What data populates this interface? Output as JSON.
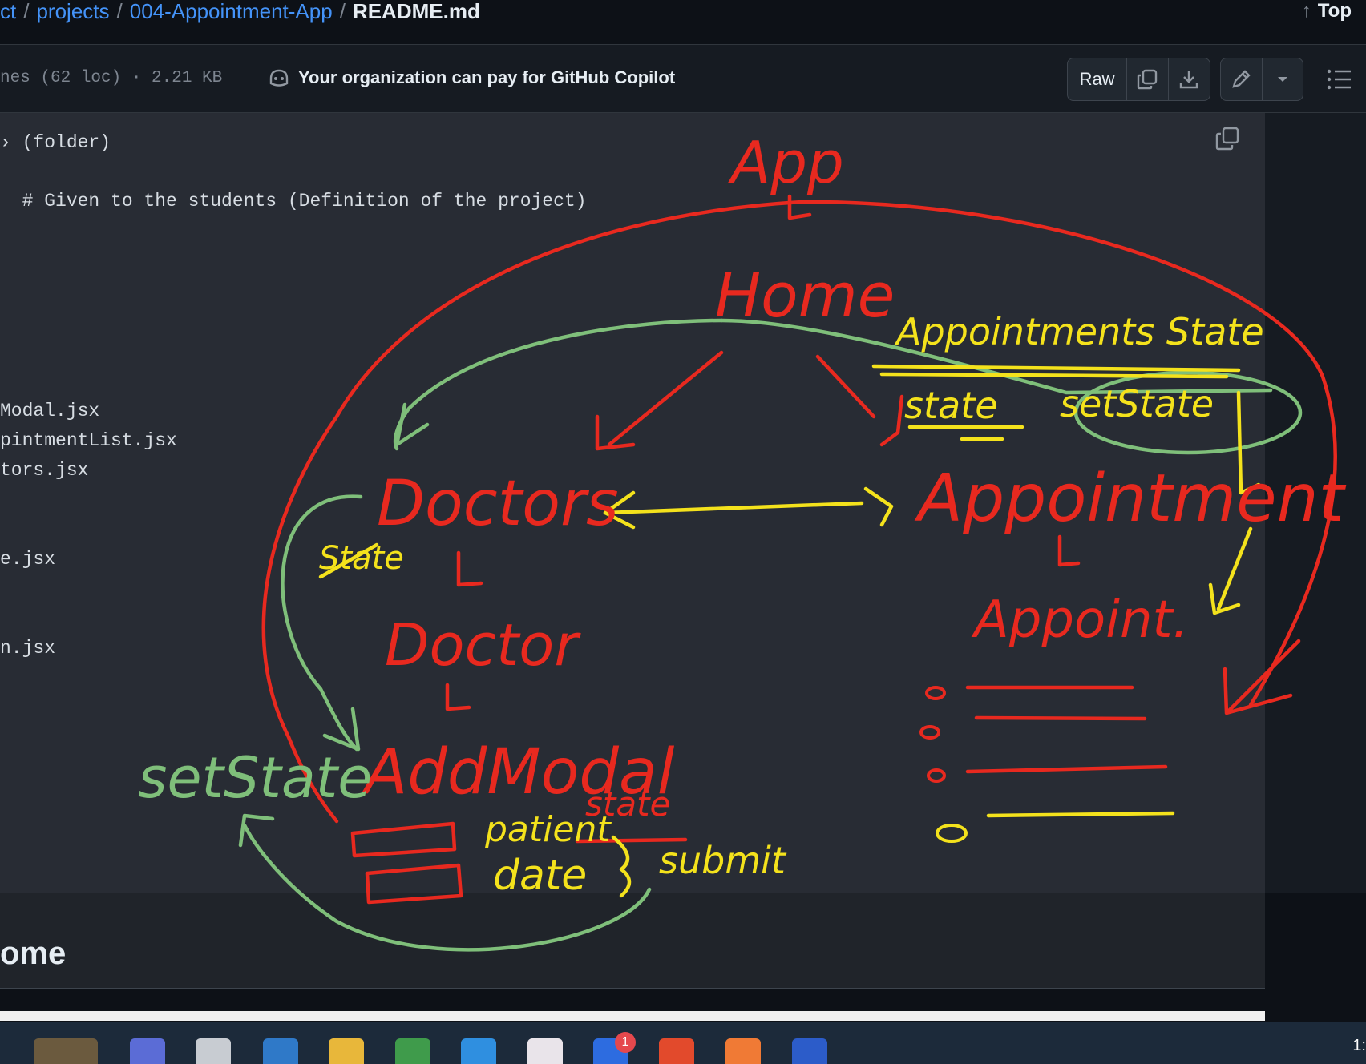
{
  "breadcrumb": {
    "items": [
      "ct",
      "projects",
      "004-Appointment-App"
    ],
    "current": "README.md",
    "top_label": "Top"
  },
  "file_header": {
    "meta": "nes (62 loc) · 2.21 KB",
    "copilot_text": "Your organization can pay for GitHub Copilot",
    "raw_label": "Raw"
  },
  "code_lines": [
    "› (folder)",
    "  # Given to the students (Definition of the project)",
    "Modal.jsx",
    "pintmentList.jsx",
    "tors.jsx",
    "e.jsx",
    "n.jsx"
  ],
  "section_heading": "ome",
  "annotations": {
    "app": "App",
    "home": "Home",
    "appointments_state": "Appointments State",
    "state": "state",
    "set_state": "setState",
    "doctors": "Doctors",
    "state_crossed": "State",
    "doctor": "Doctor",
    "add_modal": "AddModal",
    "set_state_left": "setState",
    "patient": "patient",
    "state_small": "state",
    "date": "date",
    "submit": "submit",
    "appointment": "Appointment",
    "appoint": "Appoint."
  },
  "taskbar": {
    "zoom_badge": "1",
    "clock": "1:"
  },
  "colors": {
    "red_ink": "#e8291f",
    "yellow_ink": "#f4e21c",
    "green_ink": "#7fbf7a",
    "link": "#4493f8"
  }
}
